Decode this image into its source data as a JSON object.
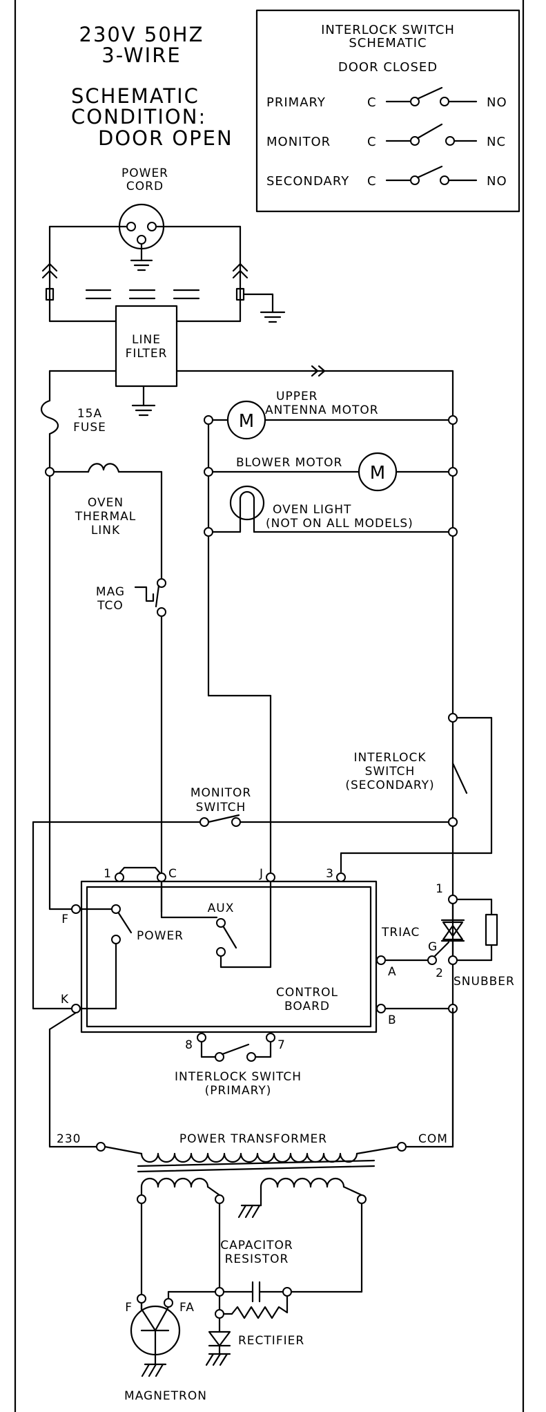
{
  "header": {
    "supply_line1": "230V 50HZ",
    "supply_line2": "3-WIRE",
    "condition_line1": "SCHEMATIC",
    "condition_line2": "CONDITION:",
    "condition_line3": "DOOR OPEN"
  },
  "legend": {
    "title_line1": "INTERLOCK SWITCH",
    "title_line2": "SCHEMATIC",
    "subtitle": "DOOR CLOSED",
    "rows": [
      {
        "name": "PRIMARY",
        "common": "C",
        "state": "NO"
      },
      {
        "name": "MONITOR",
        "common": "C",
        "state": "NC"
      },
      {
        "name": "SECONDARY",
        "common": "C",
        "state": "NO"
      }
    ]
  },
  "components": {
    "power_cord_line1": "POWER",
    "power_cord_line2": "CORD",
    "line_filter_line1": "LINE",
    "line_filter_line2": "FILTER",
    "fuse_line1": "15A",
    "fuse_line2": "FUSE",
    "thermal_link_line1": "OVEN",
    "thermal_link_line2": "THERMAL",
    "thermal_link_line3": "LINK",
    "mag_tco_line1": "MAG",
    "mag_tco_line2": "TCO",
    "antenna_motor_line1": "UPPER",
    "antenna_motor_line2": "ANTENNA MOTOR",
    "blower_motor": "BLOWER MOTOR",
    "motor_symbol": "M",
    "oven_light_line1": "OVEN LIGHT",
    "oven_light_line2": "(NOT ON ALL MODELS)",
    "secondary_switch_line1": "INTERLOCK",
    "secondary_switch_line2": "SWITCH",
    "secondary_switch_line3": "(SECONDARY)",
    "monitor_switch_line1": "MONITOR",
    "monitor_switch_line2": "SWITCH",
    "triac": "TRIAC",
    "snubber": "SNUBBER",
    "control_board_line1": "CONTROL",
    "control_board_line2": "BOARD",
    "power_relay": "POWER",
    "aux_relay": "AUX",
    "primary_switch_line1": "INTERLOCK SWITCH",
    "primary_switch_line2": "(PRIMARY)",
    "transformer": "POWER TRANSFORMER",
    "tap_230": "230",
    "tap_com": "COM",
    "capacitor_line1": "CAPACITOR",
    "capacitor_line2": "RESISTOR",
    "rectifier": "RECTIFIER",
    "magnetron": "MAGNETRON"
  },
  "pins": {
    "p1": "1",
    "pC": "C",
    "pJ": "J",
    "p3": "3",
    "pF": "F",
    "pK": "K",
    "pA": "A",
    "pB": "B",
    "pG": "G",
    "t1": "1",
    "t2": "2",
    "p8": "8",
    "p7": "7",
    "mF": "F",
    "mFA": "FA"
  }
}
